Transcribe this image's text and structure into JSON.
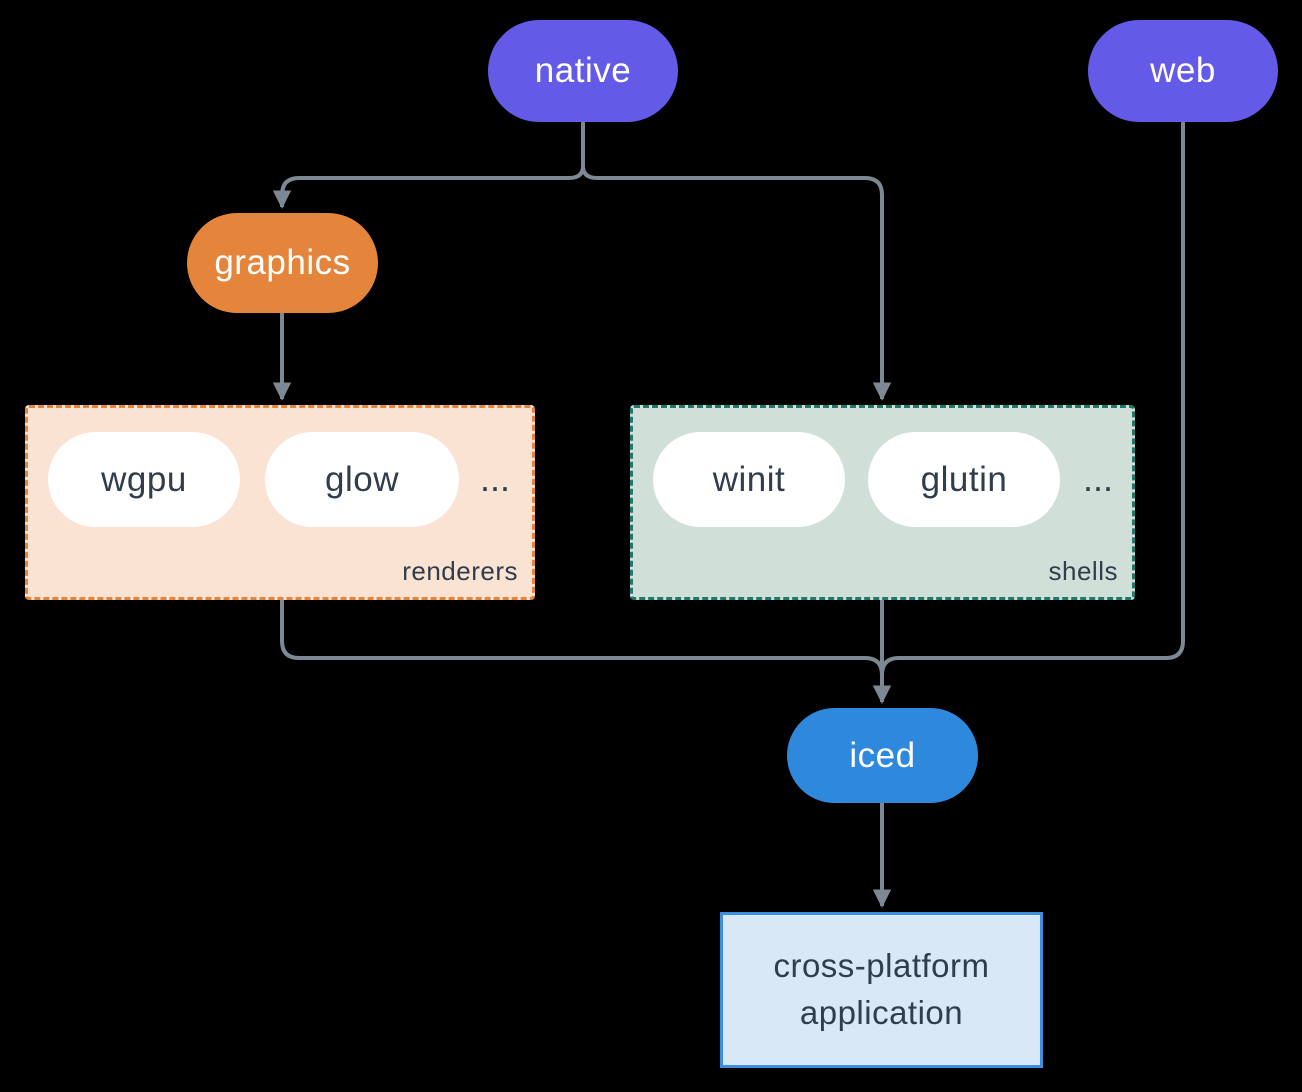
{
  "colors": {
    "background": "#000000",
    "connector": "#7C8894",
    "native_fill": "#645AE8",
    "web_fill": "#645AE8",
    "graphics_fill": "#E5843B",
    "iced_fill": "#2E89DC",
    "renderers_fill": "#FAE3D3",
    "renderers_border": "#E5843B",
    "shells_fill": "#D0E0D9",
    "shells_border": "#20796A",
    "application_fill": "#D8E8F7",
    "application_border": "#3D8EDE",
    "dark_text": "#2F3D4C",
    "light_text": "#FFFFFF"
  },
  "nodes": {
    "native": {
      "label": "native"
    },
    "web": {
      "label": "web"
    },
    "graphics": {
      "label": "graphics"
    },
    "iced": {
      "label": "iced"
    },
    "application": {
      "line1": "cross-platform",
      "line2": "application"
    }
  },
  "groups": {
    "renderers": {
      "label": "renderers",
      "pills": [
        "wgpu",
        "glow"
      ],
      "ellipsis": "..."
    },
    "shells": {
      "label": "shells",
      "pills": [
        "winit",
        "glutin"
      ],
      "ellipsis": "..."
    }
  }
}
